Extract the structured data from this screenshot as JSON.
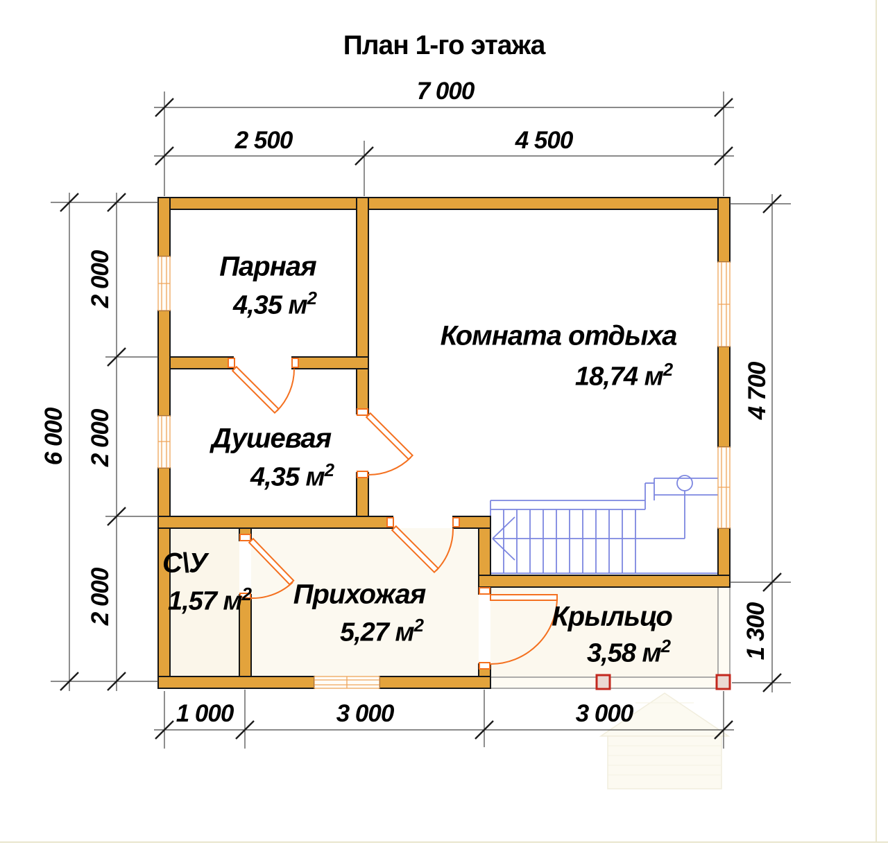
{
  "title": "План 1-го этажа",
  "rooms": [
    {
      "name": "Парная",
      "area": "4,35 м²"
    },
    {
      "name": "Комната отдыха",
      "area": "18,74 м²"
    },
    {
      "name": "Душевая",
      "area": "4,35 м²"
    },
    {
      "name": "С\\У",
      "area": "1,57 м²"
    },
    {
      "name": "Прихожая",
      "area": "5,27 м²"
    },
    {
      "name": "Крыльцо",
      "area": "3,58 м²"
    }
  ],
  "dimensions": {
    "top_total": "7 000",
    "top_left": "2 500",
    "top_right": "4 500",
    "left_total": "6 000",
    "left_segments": [
      "2 000",
      "2 000",
      "2 000"
    ],
    "right_upper": "4 700",
    "right_lower": "1 300",
    "bottom": [
      "1 000",
      "3 000",
      "3 000"
    ]
  },
  "colors": {
    "wall_fill": "#E3A33C",
    "wall_outline": "#161616",
    "door": "#F4701F",
    "stairs": "#7C86E0",
    "post_border": "#C3281E",
    "dimension_line": "#444444",
    "text": "#000000"
  }
}
